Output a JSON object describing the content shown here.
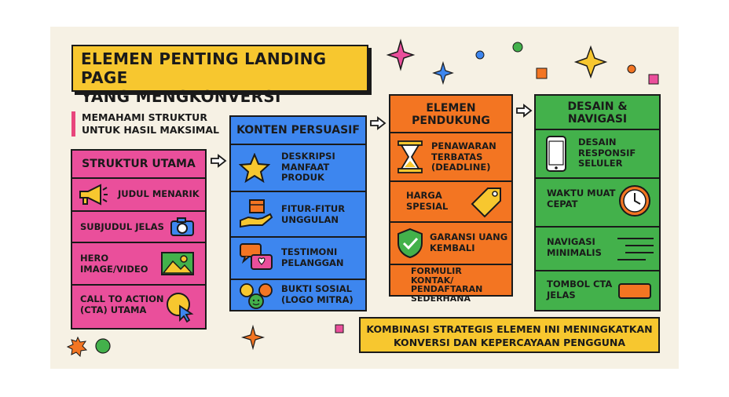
{
  "title": {
    "line1": "ELEMEN PENTING LANDING PAGE",
    "line2": "YANG MENGKONVERSI"
  },
  "subtitle": {
    "line1": "MEMAHAMI STRUKTUR",
    "line2": "UNTUK HASIL MAKSIMAL"
  },
  "columns": [
    {
      "heading": [
        "STRUKTUR UTAMA"
      ],
      "color": "#ea4f9b",
      "items": [
        {
          "lines": [
            "JUDUL MENARIK"
          ],
          "icon": "megaphone-icon"
        },
        {
          "lines": [
            "SUBJUDUL JELAS"
          ],
          "icon": "camera-icon"
        },
        {
          "lines": [
            "HERO",
            "IMAGE/VIDEO"
          ],
          "icon": "image-icon"
        },
        {
          "lines": [
            "CALL TO ACTION",
            "(CTA) UTAMA"
          ],
          "icon": "cursor-click-icon"
        }
      ]
    },
    {
      "heading": [
        "KONTEN PERSUASIF"
      ],
      "color": "#3d86ef",
      "items": [
        {
          "lines": [
            "DESKRIPSI",
            "MANFAAT",
            "PRODUK"
          ],
          "icon": "star-icon"
        },
        {
          "lines": [
            "FITUR-FITUR",
            "UNGGULAN"
          ],
          "icon": "hand-box-icon"
        },
        {
          "lines": [
            "TESTIMONI",
            "PELANGGAN"
          ],
          "icon": "chat-bubbles-icon"
        },
        {
          "lines": [
            "BUKTI SOSIAL",
            "(LOGO MITRA)"
          ],
          "icon": "people-faces-icon"
        }
      ]
    },
    {
      "heading": [
        "ELEMEN",
        "PENDUKUNG"
      ],
      "color": "#f37522",
      "items": [
        {
          "lines": [
            "PENAWARAN",
            "TERBATAS",
            "(DEADLINE)"
          ],
          "icon": "hourglass-icon"
        },
        {
          "lines": [
            "HARGA",
            "SPESIAL"
          ],
          "icon": "price-tag-icon"
        },
        {
          "lines": [
            "GARANSI UANG",
            "KEMBALI"
          ],
          "icon": "shield-check-icon"
        },
        {
          "lines": [
            "FORMULIR",
            "KONTAK/",
            "PENDAFTARAN",
            "SEDERHANA"
          ],
          "icon": ""
        }
      ]
    },
    {
      "heading": [
        "DESAIN &",
        "NAVIGASI"
      ],
      "color": "#43b14b",
      "items": [
        {
          "lines": [
            "DESAIN",
            "RESPONSIF",
            "SELULER"
          ],
          "icon": "smartphone-icon"
        },
        {
          "lines": [
            "WAKTU MUAT",
            "CEPAT"
          ],
          "icon": "clock-icon"
        },
        {
          "lines": [
            "NAVIGASI",
            "MINIMALIS"
          ],
          "icon": "menu-lines-icon"
        },
        {
          "lines": [
            "TOMBOL CTA",
            "JELAS"
          ],
          "icon": "button-icon"
        }
      ]
    }
  ],
  "footer": {
    "line1": "KOMBINASI STRATEGIS ELEMEN INI MENINGKATKAN",
    "line2": "KONVERSI DAN KEPERCAYAAN PENGGUNA"
  },
  "colors": {
    "background": "#f6f1e4",
    "accent_yellow": "#f7c72f",
    "pink": "#ea4f9b",
    "blue": "#3d86ef",
    "orange": "#f37522",
    "green": "#43b14b"
  }
}
